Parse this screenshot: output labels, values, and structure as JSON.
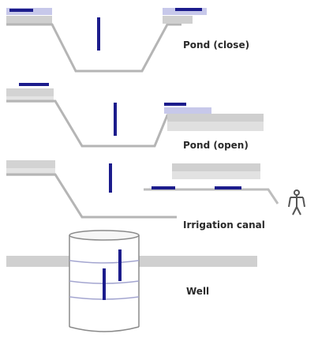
{
  "panels": [
    {
      "id": "pond-closed",
      "label": "Pond (close)"
    },
    {
      "id": "pond-open",
      "label": "Pond (open)"
    },
    {
      "id": "irrigation-canal",
      "label": "Irrigation canal"
    },
    {
      "id": "well",
      "label": "Well"
    }
  ],
  "colors": {
    "ground": "#b9b9b9",
    "ground_light": "#d3d3d3",
    "water": "#c7c8ea",
    "arrow": "#1c1c8c",
    "outline": "#8a8a8a"
  },
  "icons": [
    "person-icon"
  ]
}
